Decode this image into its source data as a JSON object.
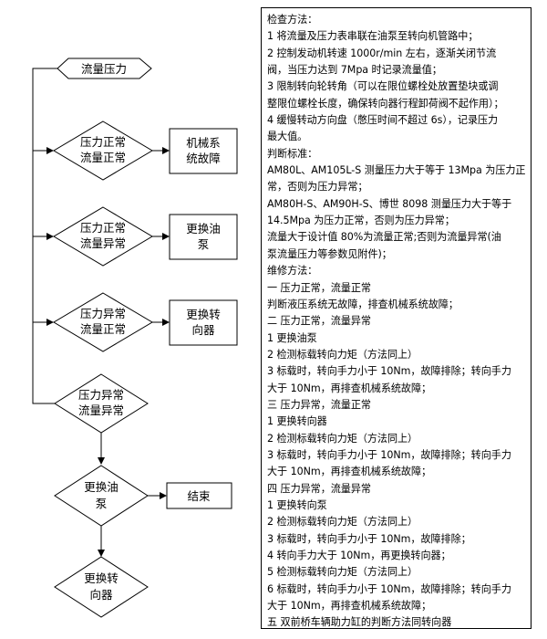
{
  "flow": {
    "start": "流量压力",
    "decisions": [
      [
        "压力正常",
        "流量正常"
      ],
      [
        "压力正常",
        "流量异常"
      ],
      [
        "压力异常",
        "流量正常"
      ],
      [
        "压力异常",
        "流量异常"
      ],
      [
        "更换油",
        "泵"
      ],
      [
        "更换转",
        "向器"
      ]
    ],
    "actions": [
      [
        "机械系",
        "统故障"
      ],
      [
        "更换油",
        "泵"
      ],
      [
        "更换转",
        "向器"
      ],
      [
        "结束"
      ]
    ]
  },
  "panel": {
    "lines": [
      "检查方法：",
      "1 将流量及压力表串联在油泵至转向机管路中；",
      "2 控制发动机转速 1000r/min 左右，逐渐关闭节流",
      "阀，当压力达到 7Mpa 时记录流量值；",
      "3 限制转向轮转角（可以在限位螺栓处放置垫块或调",
      "整限位螺栓长度，确保转向器行程卸荷阀不起作用）；",
      "4 缓慢转动方向盘（憋压时间不超过 6s），记录压力",
      "最大值。",
      "判断标准：",
      "AM80L、AM105L-S 测量压力大于等于 13Mpa 为压力正",
      "常，否则为压力异常；",
      "AM80H-S、AM90H-S、博世 8098 测量压力大于等于",
      "14.5Mpa 为压力正常，否则为压力异常；",
      "流量大于设计值 80%为流量正常;否则为流量异常(油",
      "泵流量压力等参数见附件)；",
      "维修方法：",
      "一 压力正常，流量正常",
      "判断液压系统无故障，排查机械系统故障；",
      "二 压力正常，流量异常",
      "1 更换油泵",
      "2 检测标载转向力矩（方法同上）",
      "3 标载时，转向手力小于 10Nm，故障排除；转向手力",
      "大于 10Nm，再排查机械系统故障；",
      "三 压力异常，流量正常",
      "1 更换转向器",
      "2 检测标载转向力矩（方法同上）",
      "3 标载时，转向手力小于 10Nm，故障排除；转向手力",
      "大于 10Nm，再排查机械系统故障；",
      "四 压力异常，流量异常",
      "1 更换转向泵",
      "2 检测标载转向力矩（方法同上）",
      "3 标载时，转向手力小于 10Nm，故障排除；",
      "4 转向手力大于 10Nm，再更换转向器；",
      "5 检测标载转向力矩（方法同上）",
      "6 标载时，转向手力小于 10Nm，故障排除；转向手力",
      "大于 10Nm，再排查机械系统故障；",
      "五 双前桥车辆助力缸的判断方法同转向器"
    ]
  }
}
